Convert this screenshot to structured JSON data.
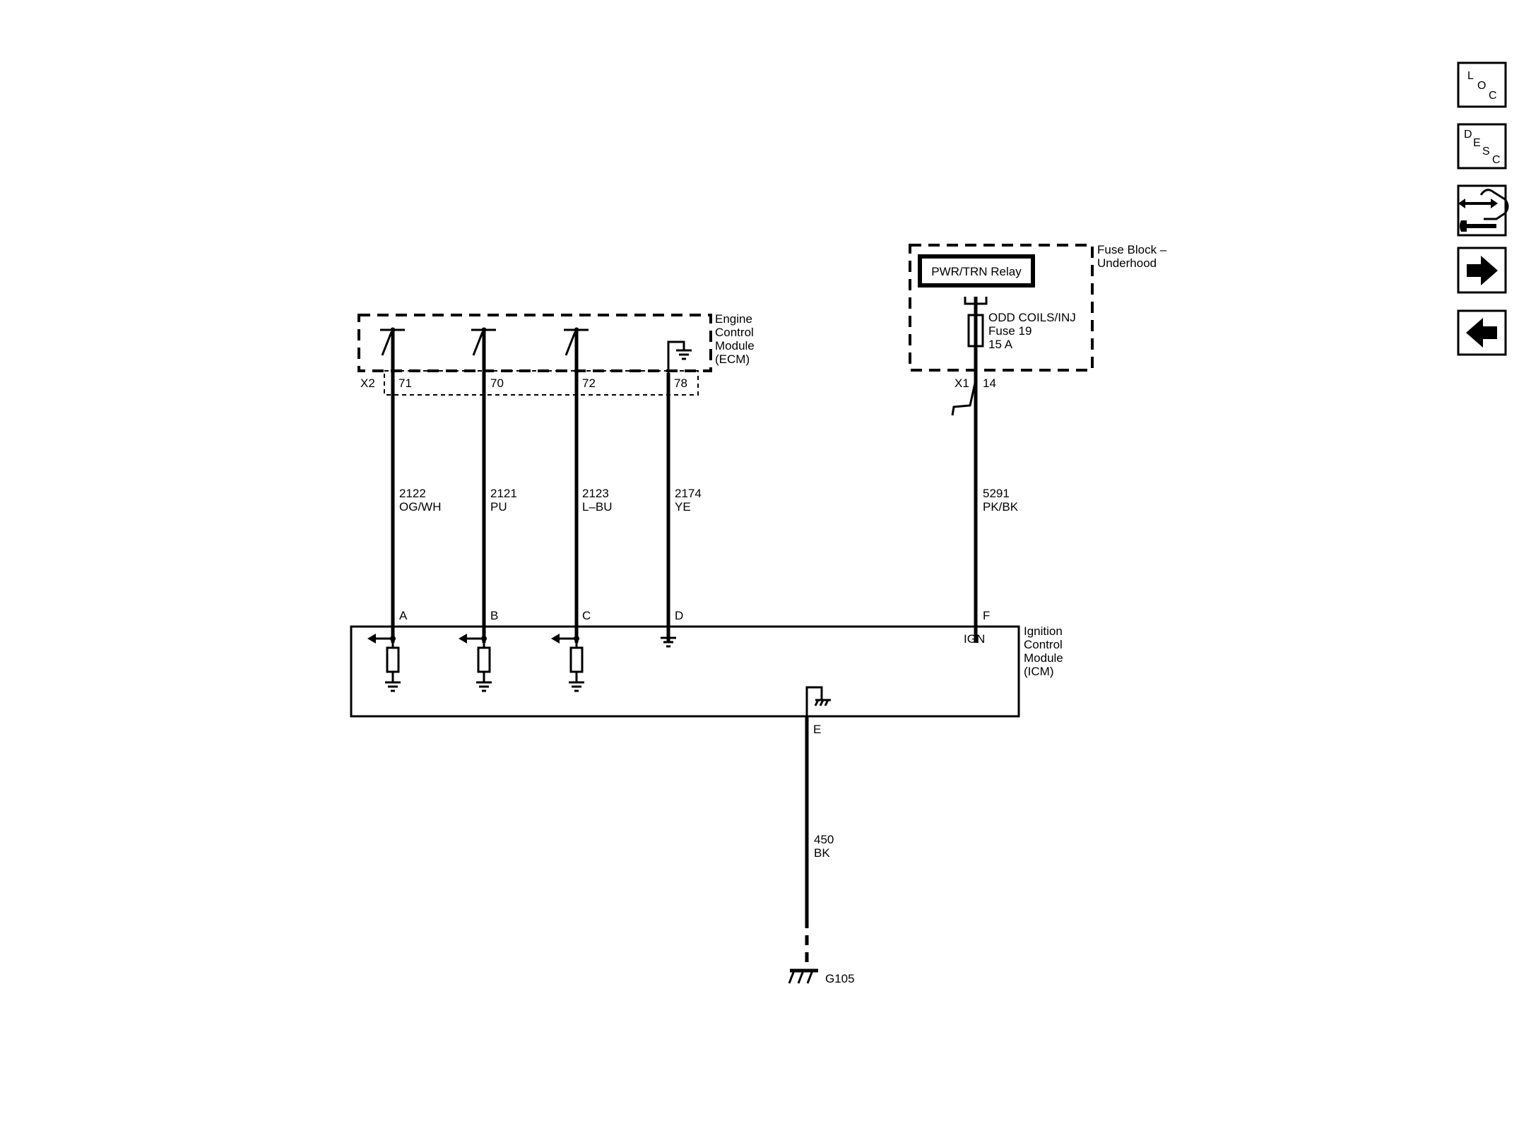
{
  "ecm": {
    "name_lines": [
      "Engine",
      "Control",
      "Module",
      "(ECM)"
    ],
    "connector": "X2",
    "pins": [
      "71",
      "70",
      "72",
      "78"
    ]
  },
  "fuse_block": {
    "name_lines": [
      "Fuse Block –",
      "Underhood"
    ],
    "relay_label": "PWR/TRN Relay",
    "fuse_lines": [
      "ODD COILS/INJ",
      "Fuse 19",
      "15 A"
    ],
    "connector": "X1",
    "pin": "14"
  },
  "wires": [
    {
      "circuit": "2122",
      "color": "OG/WH"
    },
    {
      "circuit": "2121",
      "color": "PU"
    },
    {
      "circuit": "2123",
      "color": "L–BU"
    },
    {
      "circuit": "2174",
      "color": "YE"
    },
    {
      "circuit": "5291",
      "color": "PK/BK"
    },
    {
      "circuit": "450",
      "color": "BK"
    }
  ],
  "icm": {
    "name_lines": [
      "Ignition",
      "Control",
      "Module",
      "(ICM)"
    ],
    "pins": [
      "A",
      "B",
      "C",
      "D",
      "F",
      "E"
    ],
    "ign_label": "IGN"
  },
  "ground": {
    "label": "G105"
  },
  "nav": {
    "loc": [
      "L",
      "O",
      "C"
    ],
    "desc": [
      "D",
      "E",
      "S",
      "C"
    ]
  }
}
